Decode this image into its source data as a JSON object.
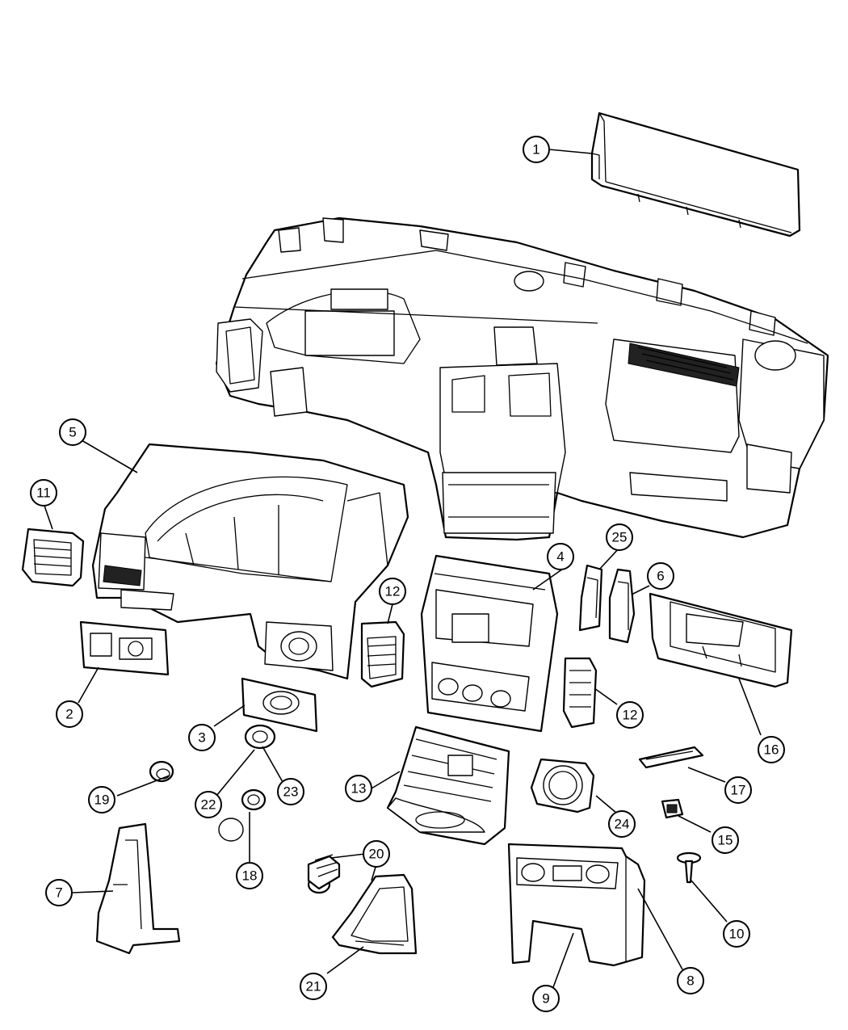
{
  "diagram": {
    "callouts": [
      {
        "id": "c1",
        "label": "1"
      },
      {
        "id": "c2",
        "label": "2"
      },
      {
        "id": "c3",
        "label": "3"
      },
      {
        "id": "c4",
        "label": "4"
      },
      {
        "id": "c5",
        "label": "5"
      },
      {
        "id": "c6",
        "label": "6"
      },
      {
        "id": "c7",
        "label": "7"
      },
      {
        "id": "c8",
        "label": "8"
      },
      {
        "id": "c9",
        "label": "9"
      },
      {
        "id": "c10",
        "label": "10"
      },
      {
        "id": "c11",
        "label": "11"
      },
      {
        "id": "c12a",
        "label": "12"
      },
      {
        "id": "c12b",
        "label": "12"
      },
      {
        "id": "c13",
        "label": "13"
      },
      {
        "id": "c15",
        "label": "15"
      },
      {
        "id": "c16",
        "label": "16"
      },
      {
        "id": "c17",
        "label": "17"
      },
      {
        "id": "c18",
        "label": "18"
      },
      {
        "id": "c19",
        "label": "19"
      },
      {
        "id": "c20",
        "label": "20"
      },
      {
        "id": "c21",
        "label": "21"
      },
      {
        "id": "c22",
        "label": "22"
      },
      {
        "id": "c23",
        "label": "23"
      },
      {
        "id": "c24",
        "label": "24"
      },
      {
        "id": "c25",
        "label": "25"
      }
    ]
  }
}
